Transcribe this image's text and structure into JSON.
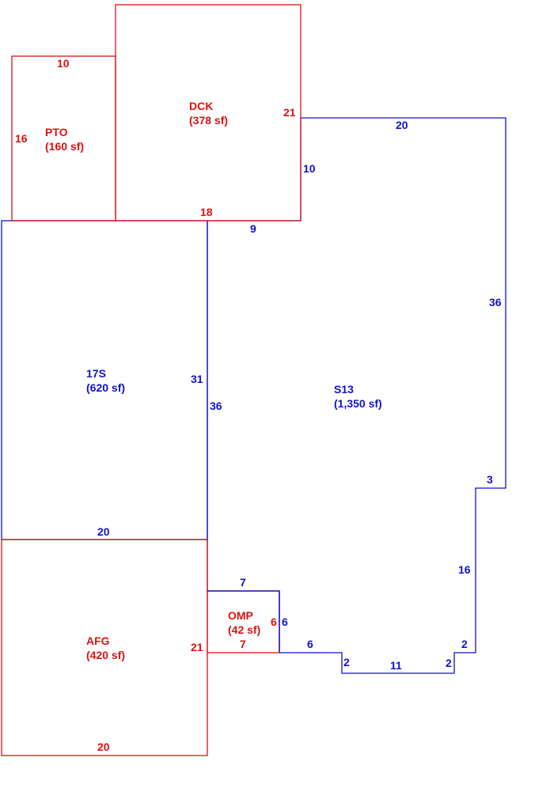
{
  "colors": {
    "red": "#dd1111",
    "blue": "#1111cc",
    "background": "#ffffff"
  },
  "areas": {
    "pto": {
      "code": "PTO",
      "area": "(160 sf)",
      "dims": {
        "top": "10",
        "left": "16"
      }
    },
    "dck": {
      "code": "DCK",
      "area": "(378 sf)",
      "dims": {
        "right": "21",
        "bottom": "18"
      }
    },
    "s17": {
      "code": "17S",
      "area": "(620 sf)",
      "dims": {
        "right": "31",
        "bottom": "20"
      }
    },
    "s13": {
      "code": "S13",
      "area": "(1,350 sf)",
      "dims": {
        "top": "20",
        "upper_left": "10",
        "left_step": "9",
        "left": "36",
        "right": "36",
        "right_step": "3",
        "lower_right": "16",
        "step_a": "2",
        "bottom": "11",
        "step_b": "2",
        "bottom_left_step": "2",
        "omp_bottom": "6",
        "omp_right": "6",
        "omp_top": "7"
      }
    },
    "omp": {
      "code": "OMP",
      "area": "(42 sf)",
      "dims": {
        "bottom": "7",
        "right": "6"
      }
    },
    "afg": {
      "code": "AFG",
      "area": "(420 sf)",
      "dims": {
        "right": "21",
        "bottom": "20"
      }
    }
  }
}
